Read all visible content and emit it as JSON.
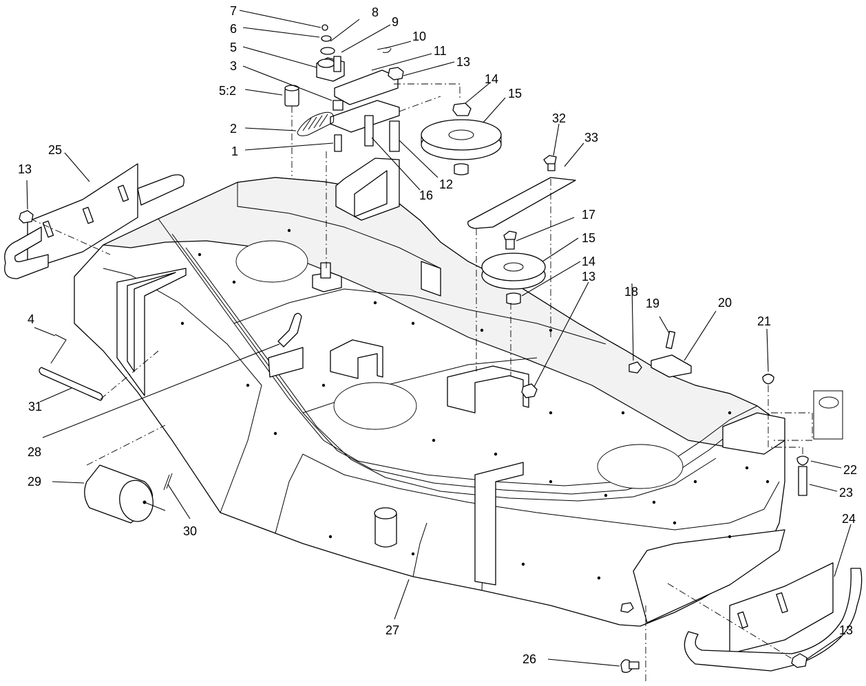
{
  "callouts": [
    {
      "id": "c7",
      "text": "7"
    },
    {
      "id": "c8",
      "text": "8"
    },
    {
      "id": "c6",
      "text": "6"
    },
    {
      "id": "c9",
      "text": "9"
    },
    {
      "id": "c10",
      "text": "10"
    },
    {
      "id": "c5",
      "text": "5"
    },
    {
      "id": "c11",
      "text": "11"
    },
    {
      "id": "c3",
      "text": "3"
    },
    {
      "id": "c13a",
      "text": "13"
    },
    {
      "id": "c5_2",
      "text": "5:2"
    },
    {
      "id": "c14a",
      "text": "14"
    },
    {
      "id": "c15a",
      "text": "15"
    },
    {
      "id": "c2",
      "text": "2"
    },
    {
      "id": "c32",
      "text": "32"
    },
    {
      "id": "c33",
      "text": "33"
    },
    {
      "id": "c1",
      "text": "1"
    },
    {
      "id": "c25",
      "text": "25"
    },
    {
      "id": "c13b",
      "text": "13"
    },
    {
      "id": "c12",
      "text": "12"
    },
    {
      "id": "c16",
      "text": "16"
    },
    {
      "id": "c17",
      "text": "17"
    },
    {
      "id": "c15b",
      "text": "15"
    },
    {
      "id": "c14b",
      "text": "14"
    },
    {
      "id": "c13c",
      "text": "13"
    },
    {
      "id": "c18",
      "text": "18"
    },
    {
      "id": "c19",
      "text": "19"
    },
    {
      "id": "c20",
      "text": "20"
    },
    {
      "id": "c4",
      "text": "4"
    },
    {
      "id": "c21",
      "text": "21"
    },
    {
      "id": "c31",
      "text": "31"
    },
    {
      "id": "c28",
      "text": "28"
    },
    {
      "id": "c22",
      "text": "22"
    },
    {
      "id": "c29",
      "text": "29"
    },
    {
      "id": "c23",
      "text": "23"
    },
    {
      "id": "c30",
      "text": "30"
    },
    {
      "id": "c24",
      "text": "24"
    },
    {
      "id": "c27",
      "text": "27"
    },
    {
      "id": "c13d",
      "text": "13"
    },
    {
      "id": "c26",
      "text": "26"
    }
  ]
}
